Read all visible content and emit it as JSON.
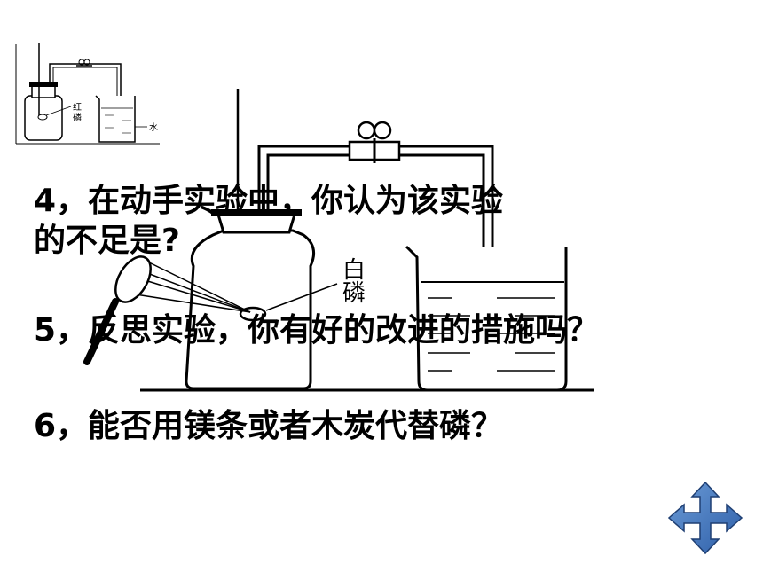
{
  "slide": {
    "questions": [
      {
        "line1": "4，在动手实验中，你认为该实验",
        "line2": "的不足是?"
      },
      {
        "line1": "5，反思实验，你有好的改进的措施吗？"
      },
      {
        "line1": "6，能否用镁条或者木炭代替磷？"
      }
    ]
  },
  "small_diagram": {
    "label_red_phosphorus_1": "红",
    "label_red_phosphorus_2": "磷",
    "label_water": "水"
  },
  "big_diagram": {
    "label_white_phosphorus_1": "白",
    "label_white_phosphorus_2": "磷"
  },
  "nav_icon": "move-arrows-icon"
}
